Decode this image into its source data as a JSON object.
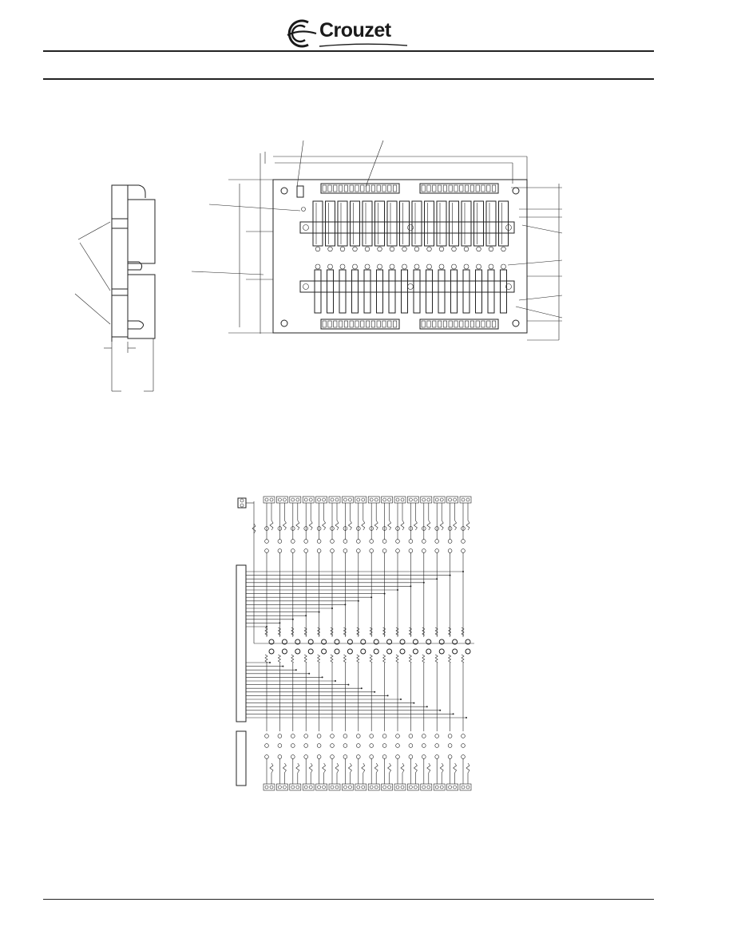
{
  "brand": {
    "name": "Crouzet",
    "primary_color": "#1a1a1a"
  },
  "figures": {
    "board": {
      "relay_channels_upper": 16,
      "relay_channels_lower": 16,
      "terminal_blocks": 4
    },
    "schematic": {
      "channels": 16
    }
  },
  "colors": {
    "ink": "#222222",
    "background": "#ffffff"
  }
}
